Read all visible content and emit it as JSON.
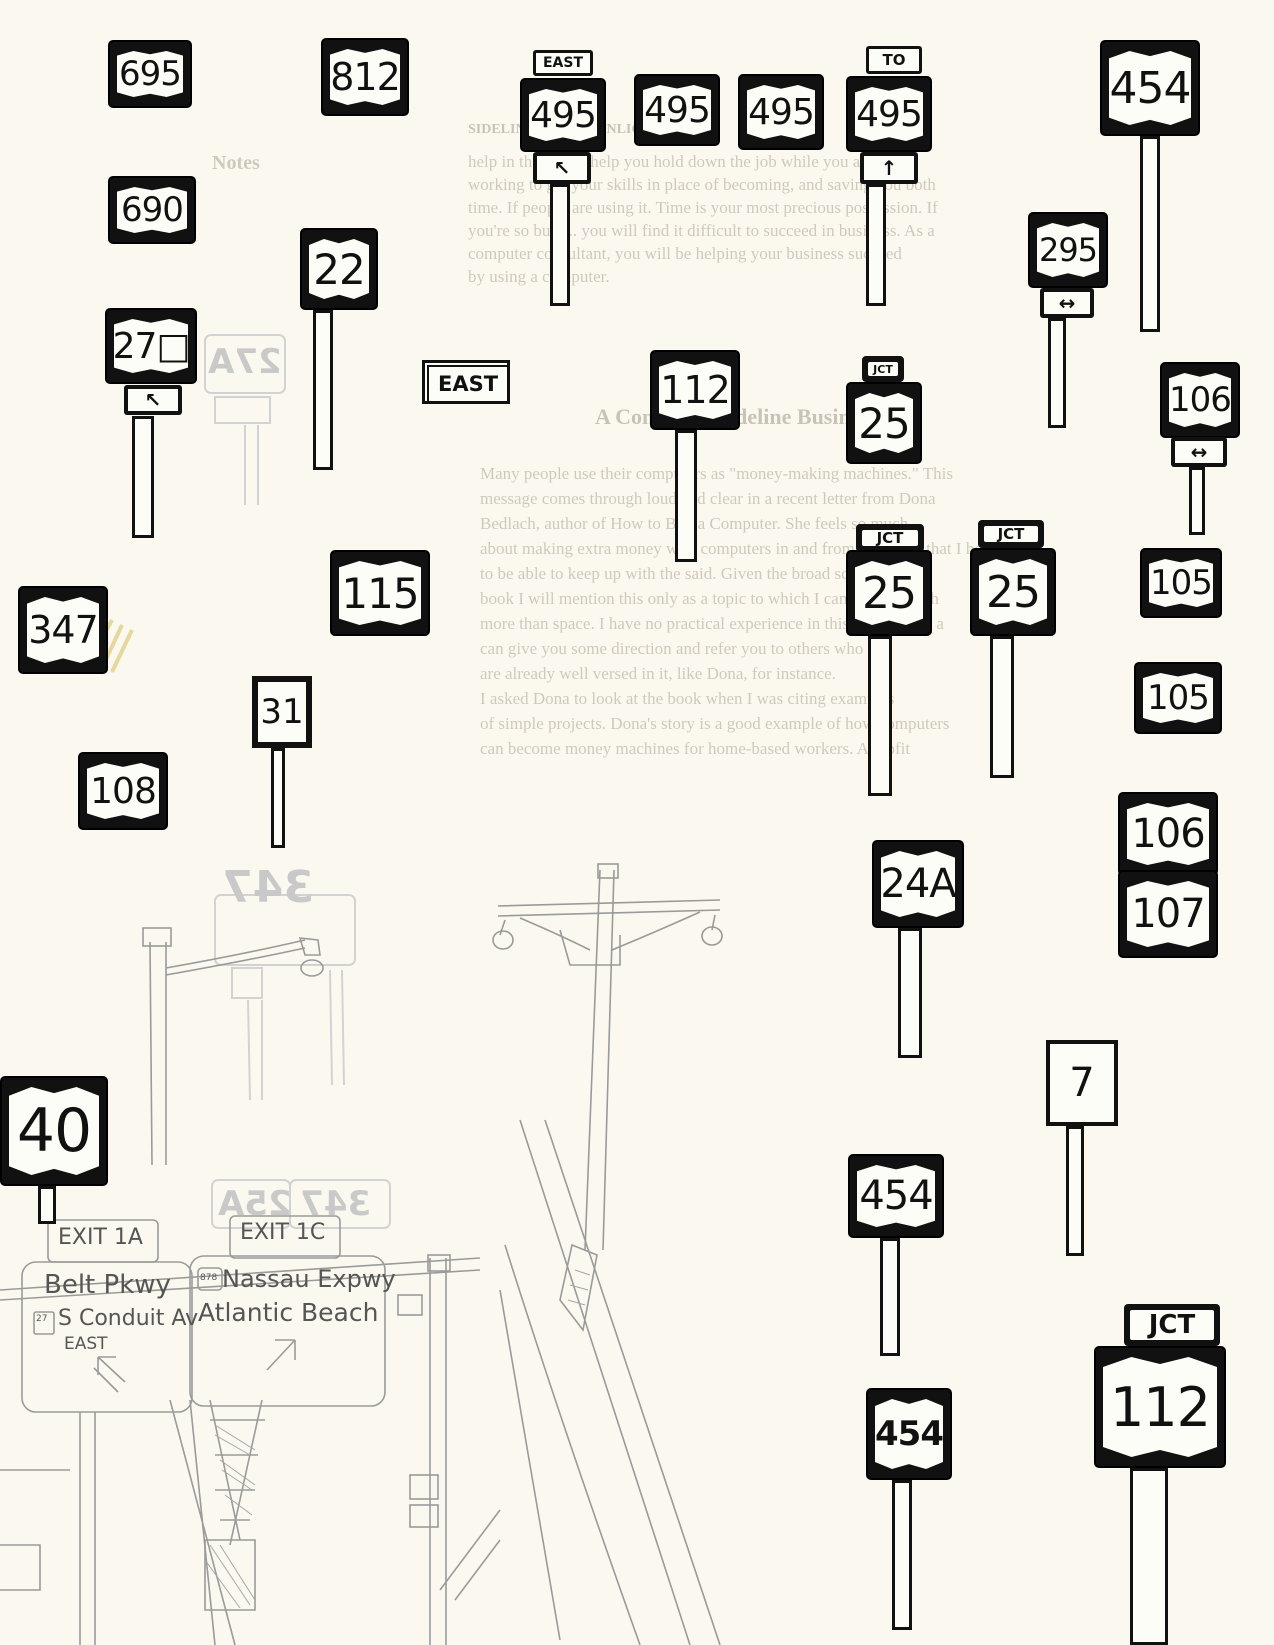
{
  "ghost_text": {
    "heading": "A Computer Sideline Business",
    "notes_label": "Notes",
    "lines": [
      "help in that it can help you hold down the job while you are",
      "working to get your skills in place of becoming, and saving you both",
      "time. If people are using it. Time is your most precious possession. If",
      "you're so busy... you will find it difficult to succeed in business. As a",
      "computer consultant, you will be helping your business succeed",
      "by using a computer.",
      "Many people use their computers as \"money-making machines.\" This",
      "message comes through loud and clear in a recent letter from Dona",
      "Bedlach, author of How to Buy a Computer. She feels so much",
      "about making extra money with computers in and from the home that I hope",
      "to be able to keep up with the said. Given the broad scope of this",
      "book I will mention this only as a topic to which I can devote much",
      "more than space. I have no practical experience in this area (yet). I a",
      "can give you some direction and refer you to others who",
      "are already well versed in it, like Dona, for instance.",
      "I asked Dona to look at the book when I was citing examples",
      "of simple projects. Dona's story is a good example of how computers",
      "can become money machines for home-based workers. A profit"
    ]
  },
  "signs": [
    {
      "id": "695",
      "label": "695"
    },
    {
      "id": "812",
      "label": "812"
    },
    {
      "id": "690",
      "label": "690"
    },
    {
      "id": "22",
      "label": "22"
    },
    {
      "id": "27a",
      "label": "27□"
    },
    {
      "id": "east-tab",
      "label": "EAST"
    },
    {
      "id": "495a",
      "label": "495",
      "tab": "EAST"
    },
    {
      "id": "495b",
      "label": "495"
    },
    {
      "id": "495c",
      "label": "495"
    },
    {
      "id": "495d",
      "label": "495",
      "tab": "TO"
    },
    {
      "id": "454a",
      "label": "454"
    },
    {
      "id": "295",
      "label": "295"
    },
    {
      "id": "112a",
      "label": "112"
    },
    {
      "id": "25a",
      "label": "25",
      "tab": "JCT"
    },
    {
      "id": "106a",
      "label": "106"
    },
    {
      "id": "115",
      "label": "115"
    },
    {
      "id": "25b",
      "label": "25",
      "tab": "JCT"
    },
    {
      "id": "25c",
      "label": "25",
      "tab": "JCT"
    },
    {
      "id": "105a",
      "label": "105"
    },
    {
      "id": "347",
      "label": "347"
    },
    {
      "id": "105b",
      "label": "105"
    },
    {
      "id": "31",
      "label": "31"
    },
    {
      "id": "108",
      "label": "108"
    },
    {
      "id": "106b",
      "label": "106"
    },
    {
      "id": "107",
      "label": "107"
    },
    {
      "id": "24a",
      "label": "24A"
    },
    {
      "id": "40",
      "label": "40"
    },
    {
      "id": "7",
      "label": "7"
    },
    {
      "id": "454b",
      "label": "454"
    },
    {
      "id": "112b",
      "label": "112",
      "tab": "JCT"
    },
    {
      "id": "454c",
      "label": "454"
    }
  ],
  "overhead": {
    "left": {
      "exit": "EXIT 1A",
      "line1": "Belt Pkwy",
      "line2": "S Conduit Av",
      "shield": "27",
      "dir": "EAST"
    },
    "right": {
      "exit": "EXIT 1C",
      "shield": "878",
      "line1": "Nassau Expwy",
      "line2": "Atlantic Beach"
    }
  },
  "faint_sketch": {
    "a": "27A",
    "b": "347",
    "c": "27",
    "d": "25A",
    "e": "347"
  }
}
